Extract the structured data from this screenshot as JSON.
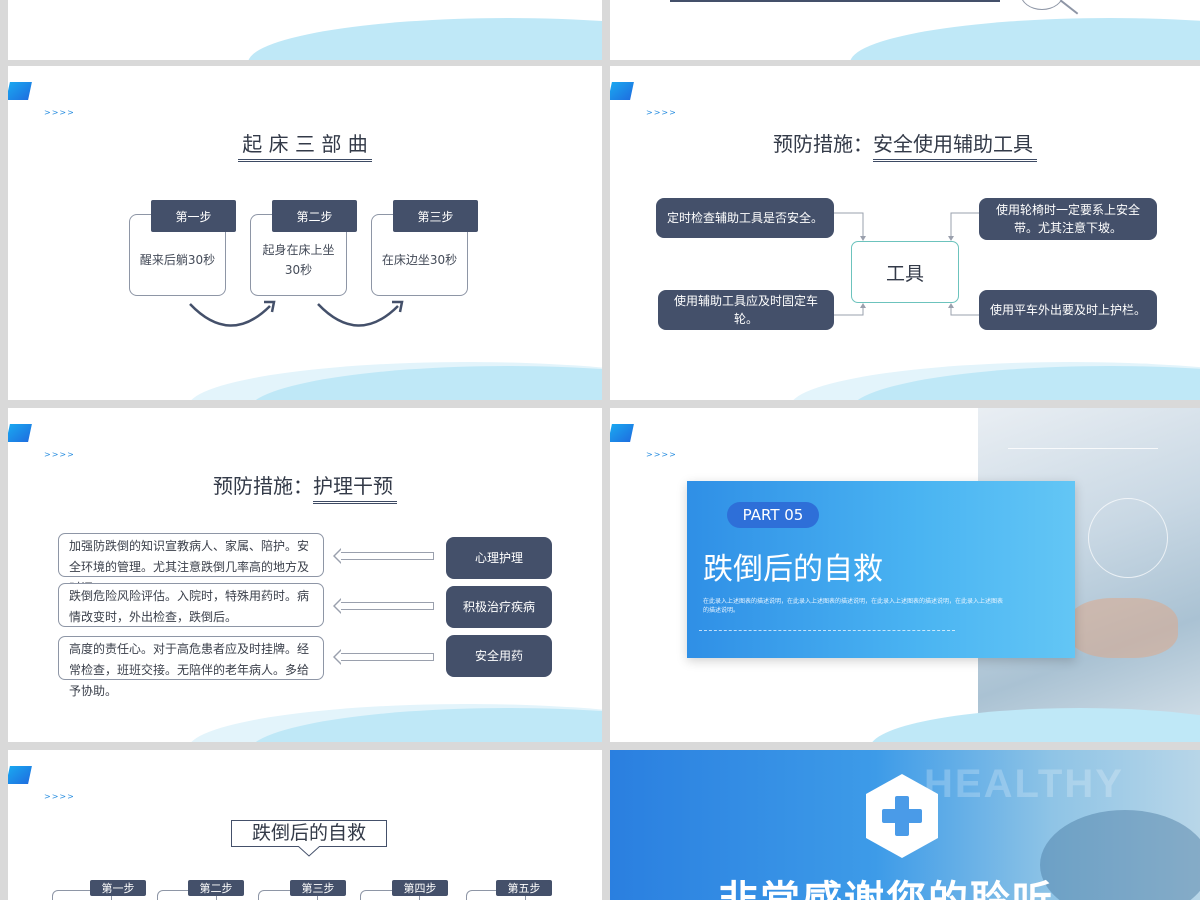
{
  "slide_arrows": ">>>>",
  "slide3": {
    "title": "起 床 三 部 曲",
    "steps": [
      {
        "label": "第一步",
        "text": "醒来后躺30秒"
      },
      {
        "label": "第二步",
        "text": "起身在床上坐30秒"
      },
      {
        "label": "第三步",
        "text": "在床边坐30秒"
      }
    ]
  },
  "slide4": {
    "title_prefix": "预防措施：",
    "title_underlined": "安全使用辅助工具",
    "center": "工具",
    "items": [
      "定时检查辅助工具是否安全。",
      "使用轮椅时一定要系上安全带。尤其注意下坡。",
      "使用辅助工具应及时固定车轮。",
      "使用平车外出要及时上护栏。"
    ]
  },
  "slide5": {
    "title_prefix": "预防措施：",
    "title_underlined": "护理干预",
    "rows": [
      {
        "text": "加强防跌倒的知识宣教病人、家属、陪护。安全环境的管理。尤其注意跌倒几率高的地方及时间。",
        "label": "心理护理"
      },
      {
        "text": "跌倒危险风险评估。入院时，特殊用药时。病情改变时，外出检查，跌倒后。",
        "label": "积极治疗疾病"
      },
      {
        "text": "高度的责任心。对于高危患者应及时挂牌。经常检查，班班交接。无陪伴的老年病人。多给予协助。",
        "label": "安全用药"
      }
    ]
  },
  "slide6": {
    "part": "PART 05",
    "heading": "跌倒后的自救",
    "desc": "在此录入上述图表的描述说明，在此录入上述图表的描述说明，在此录入上述图表的描述说明，在此录入上述图表的描述说明。"
  },
  "slide7": {
    "title": "跌倒后的自救",
    "steps": [
      "第一步",
      "第二步",
      "第三步",
      "第四步",
      "第五步"
    ]
  },
  "slide8": {
    "watermark": "HEALTHY",
    "heading": "非常感谢您的聆听"
  },
  "colors": {
    "dark_box": "#44506a",
    "accent_blue": "#2f8fe6",
    "wave": "#bfe8f7"
  }
}
